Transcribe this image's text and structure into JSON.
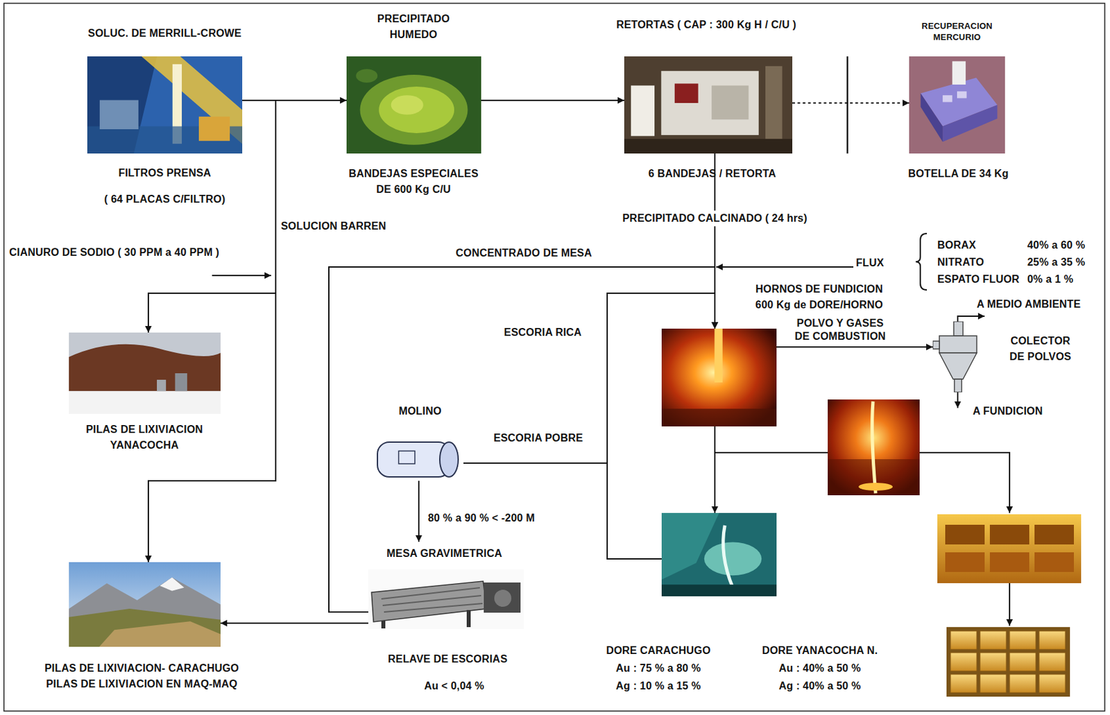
{
  "diagram": {
    "nodes": [
      {
        "text": [
          "SOLUC. DE MERRILL-CROWE",
          "FILTROS PRENSA",
          "( 64 PLACAS C/FILTRO)"
        ]
      },
      {
        "text": [
          "PRECIPITADO HUMEDO",
          "BANDEJAS ESPECIALES DE 600 Kg C/U"
        ]
      },
      {
        "text": [
          "RETORTAS ( CAP : 300 Kg H / C/U )",
          "6 BANDEJAS / RETORTA"
        ]
      },
      {
        "text": [
          "RECUPERACION MERCURIO",
          "BOTELLA DE 34 Kg"
        ]
      },
      {
        "text": [
          "PILAS DE LIXIVIACION YANACOCHA"
        ]
      },
      {
        "text": [
          "HORNOS DE FUNDICION 600 Kg de DORE/HORNO"
        ]
      },
      {
        "text": [
          "COLECTOR DE POLVOS"
        ]
      },
      {
        "text": [
          "MOLINO"
        ]
      },
      {
        "text": [
          "DORE CARACHUGO",
          "Au : 75 % a 80 %",
          "Ag : 10 % a 15 %"
        ]
      },
      {
        "text": [
          "MESA GRAVIMETRICA"
        ]
      },
      {
        "text": [
          "PILAS DE LIXIVIACION- CARACHUGO PILAS DE LIXIVIACION EN MAQ-MAQ"
        ]
      }
    ],
    "edges": [
      {
        "from": 0,
        "to": 1,
        "arrow": "to"
      },
      {
        "from": 1,
        "to": 2,
        "arrow": "to"
      },
      {
        "from": 2,
        "to": 3,
        "arrow": "to"
      },
      {
        "from": 2,
        "to": 5,
        "label": "PRECIPITADO CALCINADO ( 24 hrs)",
        "arrow": "to"
      },
      {
        "from": 0,
        "to": 4,
        "label": "SOLUCION BARREN",
        "arrow": "to"
      },
      {
        "from": 0,
        "to": 10,
        "arrow": "to"
      },
      {
        "from": 5,
        "to": 6,
        "label": "POLVO Y GASES DE COMBUSTION",
        "arrow": "to"
      },
      {
        "from": 5,
        "to": 8,
        "arrow": "to"
      },
      {
        "from": 8,
        "to": 5,
        "label": "ESCORIA RICA",
        "arrow": "to"
      },
      {
        "from": 8,
        "to": 7,
        "label": "ESCORIA POBRE",
        "arrow": "none"
      },
      {
        "from": 7,
        "to": 9,
        "label": "80 % a 90 % < -200 M",
        "arrow": "to"
      },
      {
        "from": 9,
        "to": 5,
        "label": "CONCENTRADO DE MESA",
        "arrow": "to"
      },
      {
        "from": 9,
        "to": 10,
        "label": "RELAVE DE ESCORIAS",
        "arrow": "to"
      }
    ],
    "labels": [
      "CIANURO DE SODIO ( 30 PPM a 40 PPM )",
      "FLUX",
      "BORAX",
      "40% a 60 %",
      "NITRATO",
      "25% a 35 %",
      "ESPATO FLUOR",
      "0% a 1 %",
      "A MEDIO AMBIENTE",
      "A FUNDICION",
      "Au < 0,04 %",
      "DORE YANACOCHA N.",
      "Au : 40% a 50 %",
      "Ag : 40% a 50 %"
    ]
  }
}
